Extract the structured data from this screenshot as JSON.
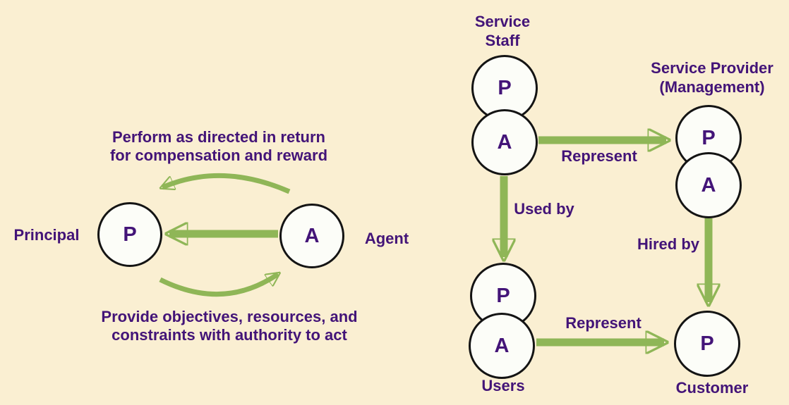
{
  "palette": {
    "background": "#faefd2",
    "text_color": "#431478",
    "arrow_color": "#8fb657",
    "node_fill": "#fcfdf8",
    "node_stroke": "#141414"
  },
  "left": {
    "top_caption": [
      "Perform as directed in return",
      "for compensation and reward"
    ],
    "bottom_caption": [
      "Provide objectives, resources, and",
      "constraints with authority to act"
    ],
    "principal_label": "Principal",
    "principal_letter": "P",
    "agent_label": "Agent",
    "agent_letter": "A"
  },
  "right": {
    "service_staff": {
      "label": [
        "Service",
        "Staff"
      ],
      "letters": [
        "P",
        "A"
      ]
    },
    "service_provider": {
      "label": [
        "Service Provider",
        "(Management)"
      ],
      "letters": [
        "P",
        "A"
      ]
    },
    "users": {
      "label": "Users",
      "letters": [
        "P",
        "A"
      ]
    },
    "customer": {
      "label": "Customer",
      "letter": "P"
    },
    "edges": {
      "staff_to_provider": "Represent",
      "staff_to_users": "Used by",
      "provider_to_customer": "Hired by",
      "users_to_customer": "Represent"
    }
  }
}
